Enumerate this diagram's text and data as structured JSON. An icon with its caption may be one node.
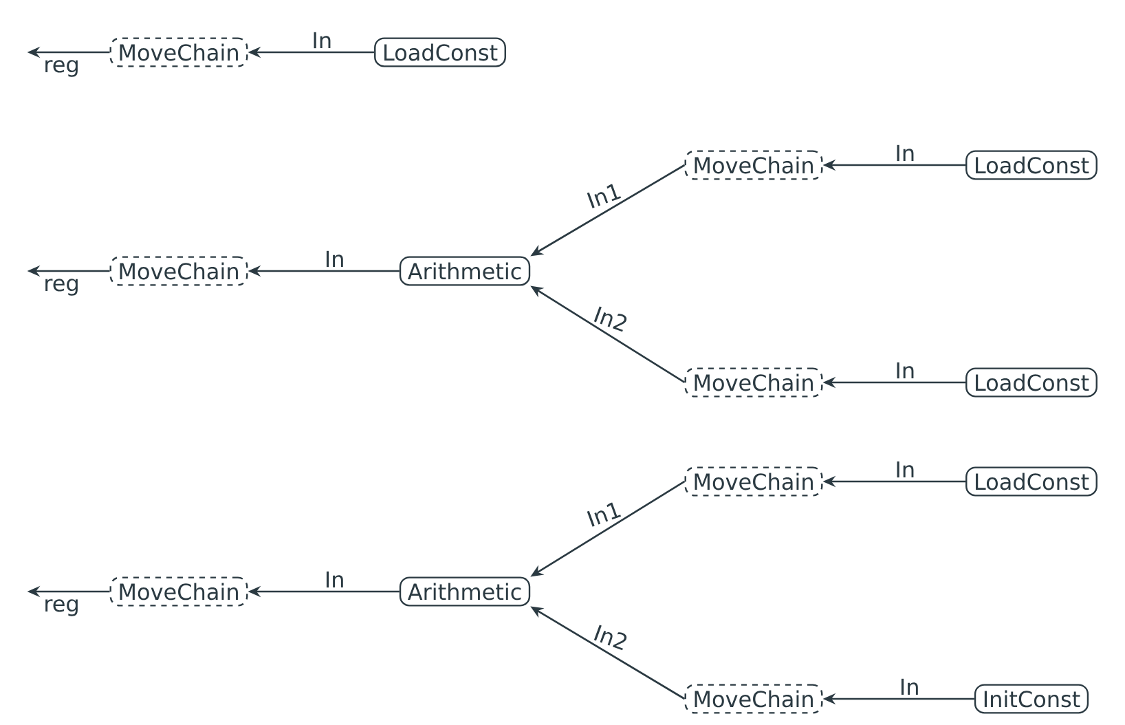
{
  "diagram": {
    "nodes": [
      {
        "text": [
          "MoveChain"
        ]
      },
      {
        "text": [
          "LoadConst"
        ]
      },
      {
        "text": [
          "MoveChain"
        ]
      },
      {
        "text": [
          "Arithmetic"
        ]
      },
      {
        "text": [
          "MoveChain"
        ]
      },
      {
        "text": [
          "LoadConst"
        ]
      },
      {
        "text": [
          "MoveChain"
        ]
      },
      {
        "text": [
          "LoadConst"
        ]
      },
      {
        "text": [
          "MoveChain"
        ]
      },
      {
        "text": [
          "Arithmetic"
        ]
      },
      {
        "text": [
          "MoveChain"
        ]
      },
      {
        "text": [
          "LoadConst"
        ]
      },
      {
        "text": [
          "MoveChain"
        ]
      },
      {
        "text": [
          "InitConst"
        ]
      }
    ],
    "edges": [
      {
        "from": 0,
        "to": null,
        "arrow": "to",
        "label": "reg"
      },
      {
        "from": 1,
        "to": 0,
        "arrow": "to",
        "label": "In"
      },
      {
        "from": 2,
        "to": null,
        "arrow": "to",
        "label": "reg"
      },
      {
        "from": 3,
        "to": 2,
        "arrow": "to",
        "label": "In"
      },
      {
        "from": 4,
        "to": 3,
        "arrow": "to",
        "label": "In1"
      },
      {
        "from": 5,
        "to": 4,
        "arrow": "to",
        "label": "In"
      },
      {
        "from": 6,
        "to": 3,
        "arrow": "to",
        "label": "In2"
      },
      {
        "from": 7,
        "to": 6,
        "arrow": "to",
        "label": "In"
      },
      {
        "from": 8,
        "to": null,
        "arrow": "to",
        "label": "reg"
      },
      {
        "from": 9,
        "to": 8,
        "arrow": "to",
        "label": "In"
      },
      {
        "from": 10,
        "to": 9,
        "arrow": "to",
        "label": "In1"
      },
      {
        "from": 11,
        "to": 10,
        "arrow": "to",
        "label": "In"
      },
      {
        "from": 12,
        "to": 9,
        "arrow": "to",
        "label": "In2"
      },
      {
        "from": 13,
        "to": 12,
        "arrow": "to",
        "label": "In"
      }
    ]
  }
}
